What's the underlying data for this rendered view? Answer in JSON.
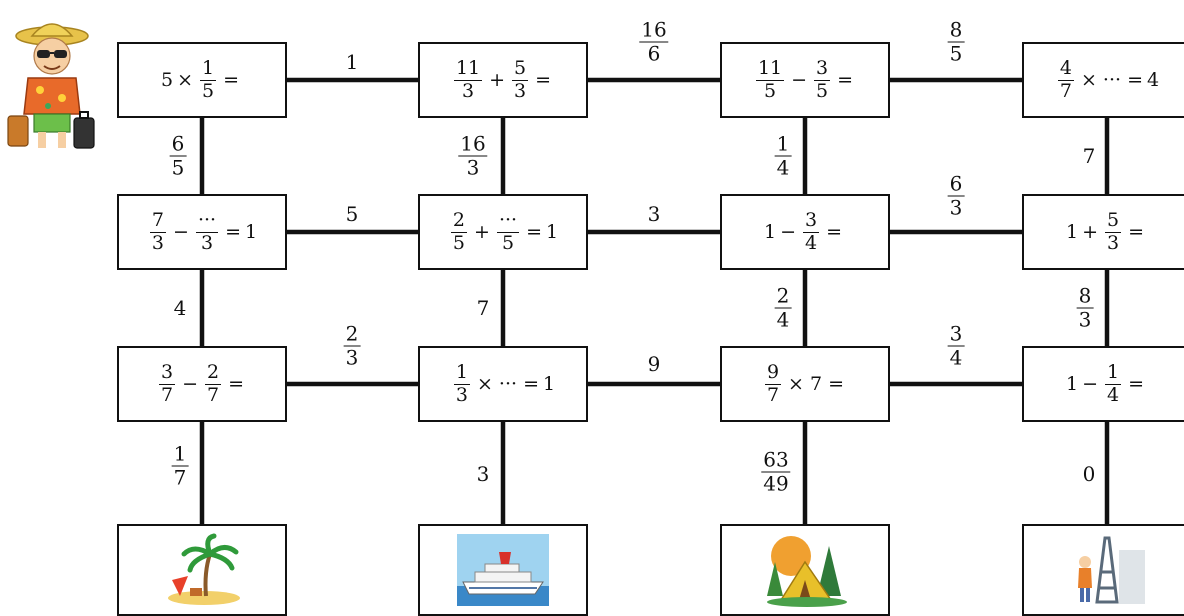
{
  "boxes": {
    "r1c1": {
      "a": "5",
      "op": "×",
      "fn": "1",
      "fd": "5",
      "eq": "="
    },
    "r1c2": {
      "an": "11",
      "ad": "3",
      "op": "+",
      "bn": "5",
      "bd": "3",
      "eq": "="
    },
    "r1c3": {
      "an": "11",
      "ad": "5",
      "op": "−",
      "bn": "3",
      "bd": "5",
      "eq": "="
    },
    "r1c4": {
      "an": "4",
      "ad": "7",
      "op": "× ··· =",
      "res": "4"
    },
    "r2c1": {
      "an": "7",
      "ad": "3",
      "op": "−",
      "bn": "···",
      "bd": "3",
      "eq": "=",
      "res": "1"
    },
    "r2c2": {
      "an": "2",
      "ad": "5",
      "op": "+",
      "bn": "···",
      "bd": "5",
      "eq": "=",
      "res": "1"
    },
    "r2c3": {
      "a": "1",
      "op": "−",
      "bn": "3",
      "bd": "4",
      "eq": "="
    },
    "r2c4": {
      "a": "1",
      "op": "+",
      "bn": "5",
      "bd": "3",
      "eq": "="
    },
    "r3c1": {
      "an": "3",
      "ad": "7",
      "op": "−",
      "bn": "2",
      "bd": "7",
      "eq": "="
    },
    "r3c2": {
      "an": "1",
      "ad": "3",
      "op": "× ··· =",
      "res": "1"
    },
    "r3c3": {
      "an": "9",
      "ad": "7",
      "op": "× 7 ="
    },
    "r3c4": {
      "a": "1",
      "op": "−",
      "bn": "1",
      "bd": "4",
      "eq": "="
    }
  },
  "labels": {
    "h_r1_12": "1",
    "h_r1_23": {
      "n": "16",
      "d": "6"
    },
    "h_r1_34": {
      "n": "8",
      "d": "5"
    },
    "v_c1_12": {
      "n": "6",
      "d": "5"
    },
    "v_c2_12": {
      "n": "16",
      "d": "3"
    },
    "v_c3_12": {
      "n": "1",
      "d": "4"
    },
    "v_c4_12": "7",
    "h_r2_12": "5",
    "h_r2_23": "3",
    "h_r2_34": {
      "n": "6",
      "d": "3"
    },
    "v_c1_23": "4",
    "v_c2_23": "7",
    "v_c3_23": {
      "n": "2",
      "d": "4"
    },
    "v_c4_23": {
      "n": "8",
      "d": "3"
    },
    "h_r3_12": {
      "n": "2",
      "d": "3"
    },
    "h_r3_23": "9",
    "h_r3_34": {
      "n": "3",
      "d": "4"
    },
    "v_c1_3d": {
      "n": "1",
      "d": "7"
    },
    "v_c2_3d": "3",
    "v_c3_3d": {
      "n": "63",
      "d": "49"
    },
    "v_c4_3d": "0"
  },
  "destinations": [
    "island-icon",
    "cruise-ship-icon",
    "camping-tent-icon",
    "eiffel-tower-icon"
  ],
  "icons": {
    "traveler": "tourist-icon"
  }
}
